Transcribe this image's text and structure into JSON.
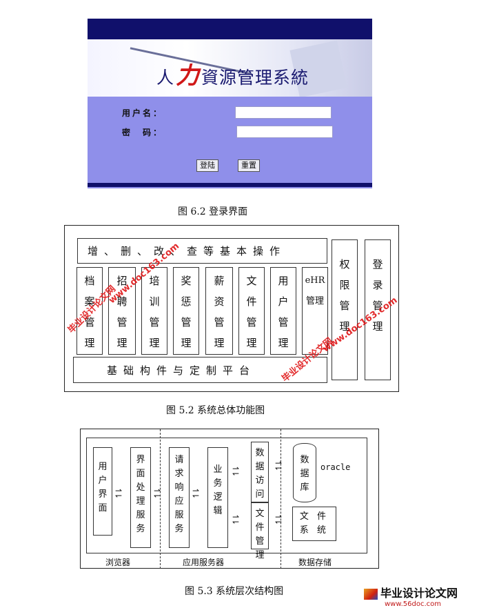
{
  "login": {
    "title_prefix": "人",
    "title_accent": "力",
    "title_suffix": "資源管理系統",
    "username_label": "用户名：",
    "password_label": "密　码：",
    "login_button": "登陆",
    "reset_button": "重置"
  },
  "captions": {
    "login": "图 6.2  登录界面",
    "function": "图 5.2  系统总体功能图",
    "layer": "图 5.3   系统层次结构图"
  },
  "function_diagram": {
    "top": "增、删、改、查等基本操作",
    "bottom": "基础构件与定制平台",
    "modules": [
      "档案管理",
      "招聘管理",
      "培训管理",
      "奖惩管理",
      "薪资管理",
      "文件管理",
      "用户管理",
      "eHR管理"
    ],
    "side": [
      "权限管理",
      "登录管理"
    ]
  },
  "layer_diagram": {
    "user_ui": "用户界面",
    "ui_service": "界面处理服务",
    "request_service": "请求响应服务",
    "business": "业务逻辑",
    "data_access": "数据访问",
    "file_mgmt": "文件管理",
    "database": "数据库",
    "oracle": "oracle",
    "file_system_1": "文 件",
    "file_system_2": "系 统",
    "zone_browser": "浏览器",
    "zone_app": "应用服务器",
    "zone_storage": "数据存储"
  },
  "watermarks": [
    "毕业设计论文网",
    "www.doc163.com"
  ],
  "footer_logo": {
    "name": "毕业设计论文网",
    "url": "www.56doc.com"
  }
}
